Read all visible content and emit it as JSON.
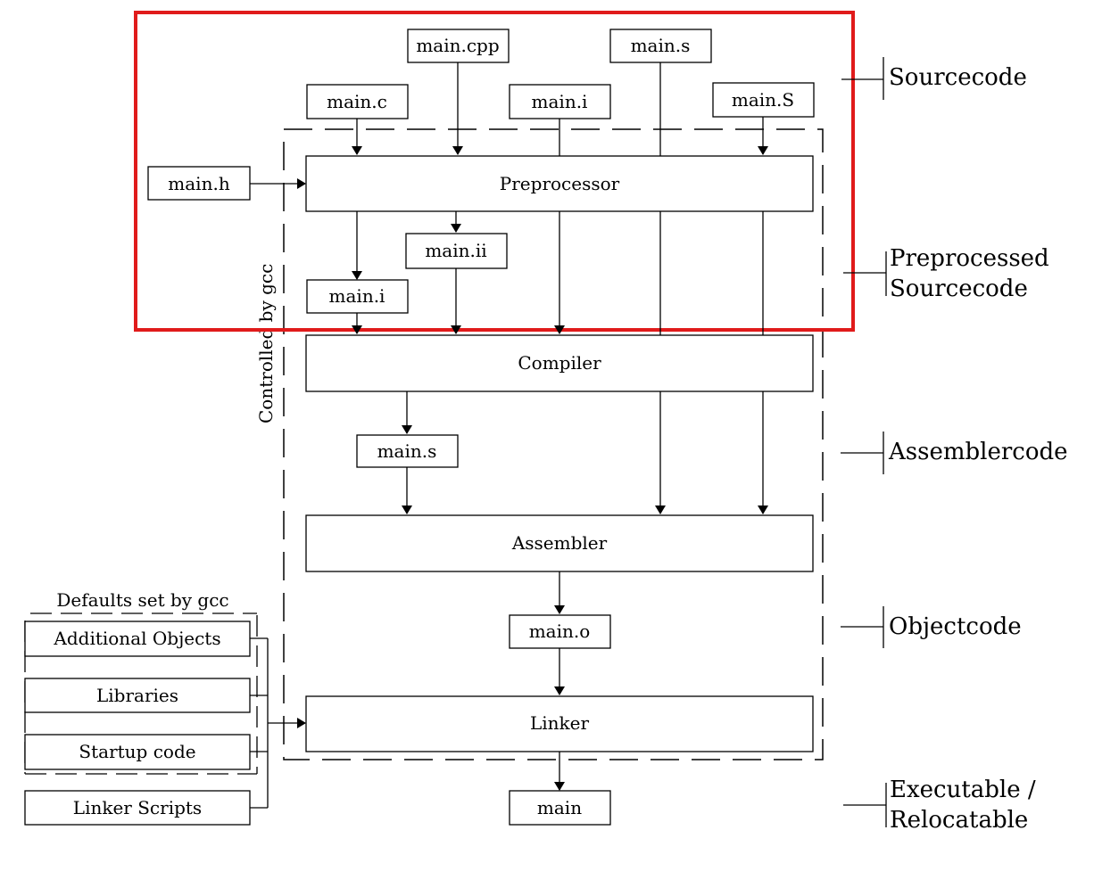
{
  "files": {
    "main_cpp": "main.cpp",
    "main_s_top": "main.s",
    "main_c": "main.c",
    "main_i_top": "main.i",
    "main_S_upper": "main.S",
    "main_h": "main.h",
    "main_ii": "main.ii",
    "main_i_pre": "main.i",
    "main_s_asm": "main.s",
    "main_o": "main.o",
    "main_exe": "main"
  },
  "stages": {
    "preprocessor": "Preprocessor",
    "compiler": "Compiler",
    "assembler": "Assembler",
    "linker": "Linker"
  },
  "controlled_label": "Controlled by gcc",
  "defaults": {
    "title": "Defaults set by gcc",
    "additional_objects": "Additional Objects",
    "libraries": "Libraries",
    "startup_code": "Startup code",
    "linker_scripts": "Linker Scripts"
  },
  "levels": {
    "sourcecode": "Sourcecode",
    "preprocessed_line1": "Preprocessed",
    "preprocessed_line2": "Sourcecode",
    "assemblercode": "Assemblercode",
    "objectcode": "Objectcode",
    "executable_line1": "Executable /",
    "executable_line2": "Relocatable"
  },
  "colors": {
    "highlight": "#e01b1b",
    "line": "#000000",
    "background": "#ffffff"
  }
}
